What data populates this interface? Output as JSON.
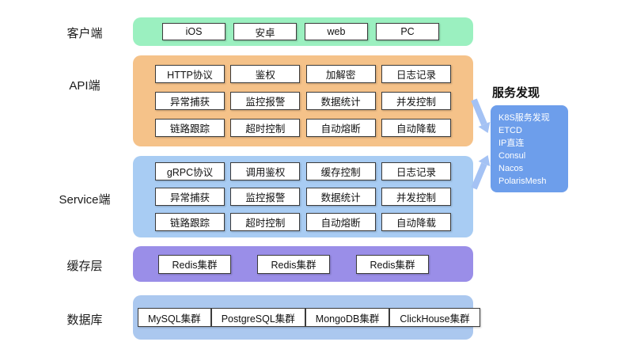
{
  "layers": {
    "client": {
      "label": "客户端",
      "items": [
        "iOS",
        "安卓",
        "web",
        "PC"
      ]
    },
    "api": {
      "label": "API端",
      "rows": [
        [
          "HTTP协议",
          "鉴权",
          "加解密",
          "日志记录"
        ],
        [
          "异常捕获",
          "监控报警",
          "数据统计",
          "并发控制"
        ],
        [
          "链路跟踪",
          "超时控制",
          "自动熔断",
          "自动降载"
        ]
      ]
    },
    "service": {
      "label": "Service端",
      "rows": [
        [
          "gRPC协议",
          "调用鉴权",
          "缓存控制",
          "日志记录"
        ],
        [
          "异常捕获",
          "监控报警",
          "数据统计",
          "并发控制"
        ],
        [
          "链路跟踪",
          "超时控制",
          "自动熔断",
          "自动降载"
        ]
      ]
    },
    "cache": {
      "label": "缓存层",
      "items": [
        "Redis集群",
        "Redis集群",
        "Redis集群"
      ]
    },
    "db": {
      "label": "数据库",
      "items": [
        "MySQL集群",
        "PostgreSQL集群",
        "MongoDB集群",
        "ClickHouse集群"
      ]
    }
  },
  "service_discovery": {
    "title": "服务发现",
    "options": [
      "K8S服务发现",
      "ETCD",
      "IP直连",
      "Consul",
      "Nacos",
      "PolarisMesh"
    ]
  },
  "colors": {
    "client_band": "#9bf0c0",
    "api_band": "#f5c289",
    "service_band": "#a8ccf3",
    "cache_band": "#9a8ee8",
    "db_band": "#abc8ef",
    "discovery_box": "#6d9eeb",
    "arrow": "#a4c2f4"
  }
}
